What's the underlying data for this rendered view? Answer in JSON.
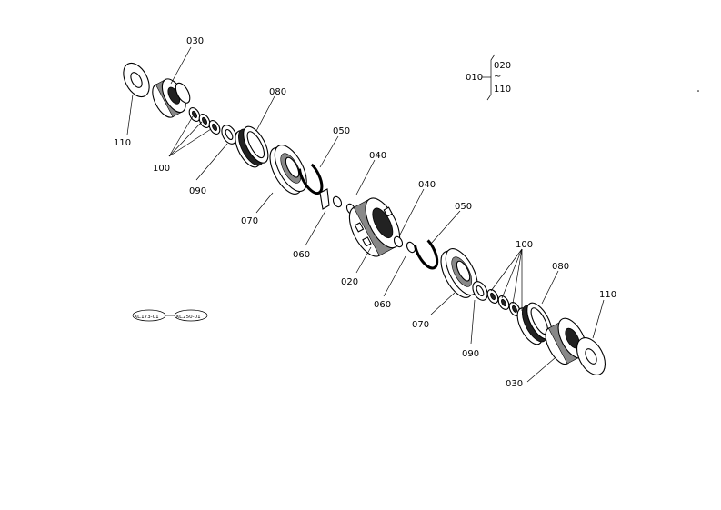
{
  "diagram": {
    "legend": {
      "main": "010",
      "from": "020",
      "to": "110",
      "tilde": "~"
    },
    "refs": {
      "left": "KC173-01",
      "right": "KC250-01"
    },
    "callouts": {
      "c030_left": "030",
      "c110_left": "110",
      "c100_left": "100",
      "c090_left": "090",
      "c080_left": "080",
      "c070_left": "070",
      "c050_left": "050",
      "c060_left": "060",
      "c040_left": "040",
      "c020": "020",
      "c040_right": "040",
      "c050_right": "050",
      "c060_right": "060",
      "c070_right": "070",
      "c090_right": "090",
      "c100_right": "100",
      "c080_right": "080",
      "c110_right": "110",
      "c030_right": "030"
    }
  }
}
